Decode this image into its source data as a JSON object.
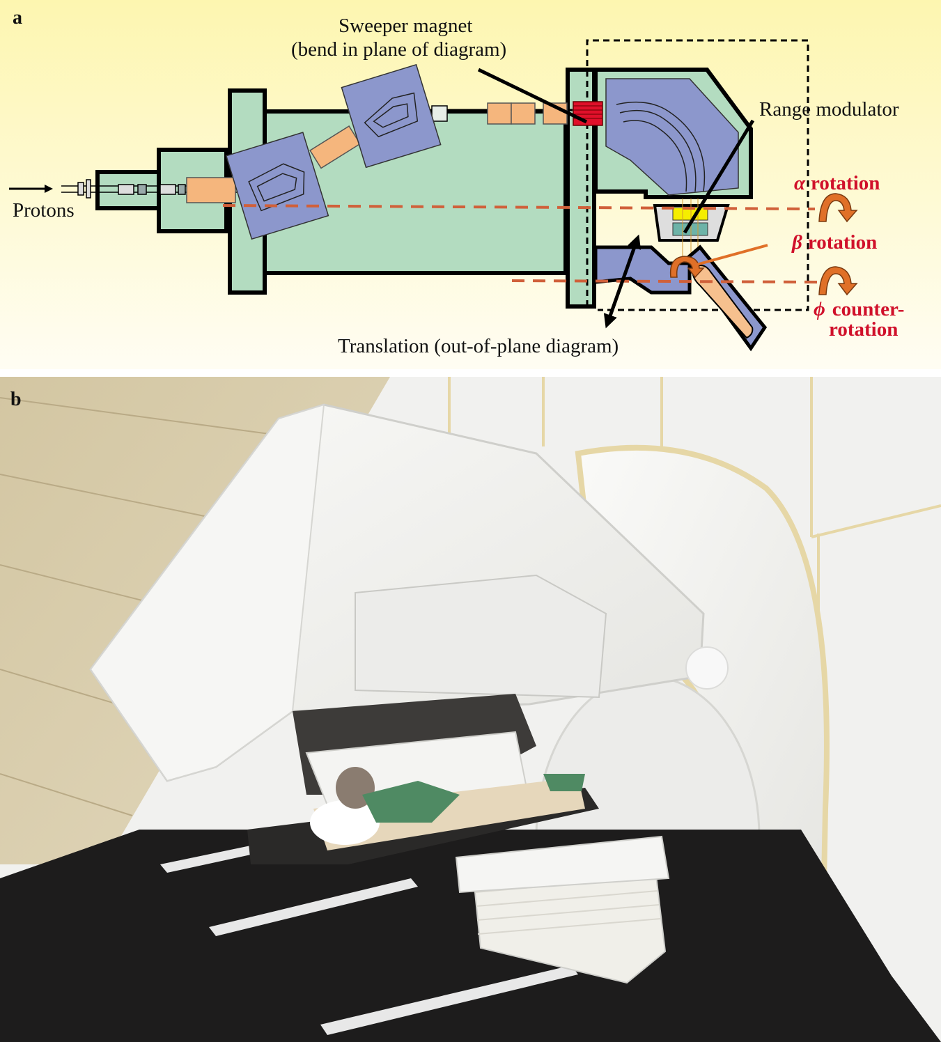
{
  "figure": {
    "panel_a": {
      "letter": "a",
      "labels": {
        "protons": "Protons",
        "sweeper_line1": "Sweeper magnet",
        "sweeper_line2": "(bend in plane of diagram)",
        "range_modulator": "Range modulator",
        "alpha_symbol": "α",
        "alpha_text": "rotation",
        "beta_symbol": "β",
        "beta_text": "rotation",
        "phi_symbol": "ϕ",
        "phi_text_line1": "counter-",
        "phi_text_line2": "rotation",
        "translation": "Translation (out-of-plane diagram)"
      },
      "colors": {
        "background_top": "#fdf6b0",
        "background_bottom": "#fffdf3",
        "shielding": "#b3dcc0",
        "magnet": "#8c97cc",
        "quadrupole": "#f5b67d",
        "sweeper": "#e0102a",
        "rotation_axis": "#d0603a",
        "rotation_arrow": "#e07028",
        "label_red": "#d0102a",
        "modulator_top": "#f5ee00",
        "modulator_bottom": "#6db3a8",
        "patient": "#f6c08e"
      }
    },
    "panel_b": {
      "letter": "b",
      "description": "Photograph of the proton gantry with a patient lying on the treatment couch",
      "colors": {
        "wall_wood": "#d8ccaa",
        "gantry_white": "#f3f3f1",
        "floor": "#1d1c1c",
        "blanket": "#4f8a63",
        "trim": "#e6d7a6"
      }
    }
  }
}
